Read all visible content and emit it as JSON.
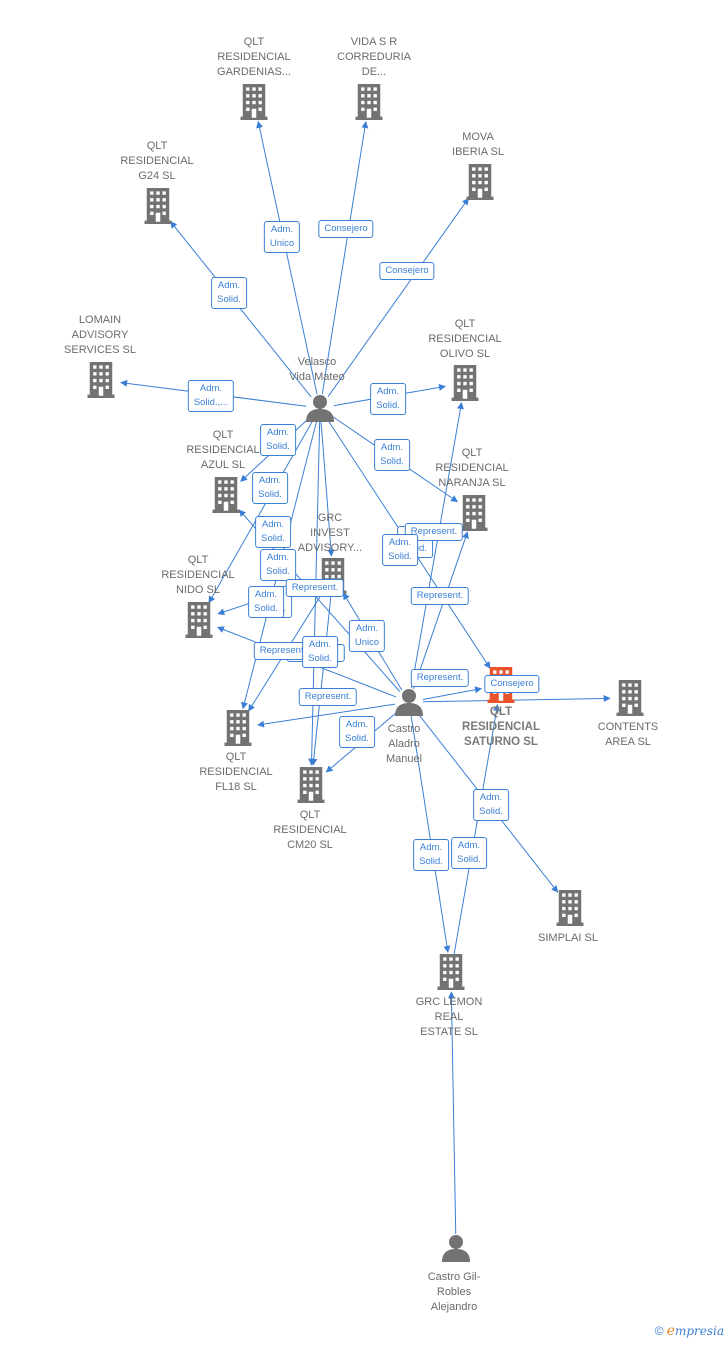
{
  "colors": {
    "edge": "#3a7fd5",
    "node": "#737373",
    "focus": "#e8532c",
    "text": "#6b6b6b"
  },
  "nodes": [
    {
      "id": "gardenias",
      "kind": "company",
      "label": "QLT\nRESIDENCIAL\nGARDENIAS..."
    },
    {
      "id": "vidasr",
      "kind": "company",
      "label": "VIDA S R\nCORREDURIA\nDE..."
    },
    {
      "id": "g24",
      "kind": "company",
      "label": "QLT\nRESIDENCIAL\nG24  SL"
    },
    {
      "id": "mova",
      "kind": "company",
      "label": "MOVA\nIBERIA SL"
    },
    {
      "id": "lomain",
      "kind": "company",
      "label": "LOMAIN\nADVISORY\nSERVICES  SL"
    },
    {
      "id": "olivo",
      "kind": "company",
      "label": "QLT\nRESIDENCIAL\nOLIVO  SL"
    },
    {
      "id": "velasco",
      "kind": "person",
      "label": "Velasco\nVida Mateo"
    },
    {
      "id": "azul",
      "kind": "company",
      "label": "QLT\nRESIDENCIAL\nAZUL  SL"
    },
    {
      "id": "naranja",
      "kind": "company",
      "label": "QLT\nRESIDENCIAL\nNARANJA  SL"
    },
    {
      "id": "grcinvest",
      "kind": "company",
      "label": "GRC\nINVEST\nADVISORY..."
    },
    {
      "id": "nido",
      "kind": "company",
      "label": "QLT\nRESIDENCIAL\nNIDO  SL"
    },
    {
      "id": "saturno",
      "kind": "focus",
      "label": "QLT\nRESIDENCIAL\nSATURNO  SL"
    },
    {
      "id": "contents",
      "kind": "company",
      "label": "CONTENTS\nAREA  SL"
    },
    {
      "id": "castro",
      "kind": "person",
      "label": "Castro\nAladro\nManuel"
    },
    {
      "id": "fl18",
      "kind": "company",
      "label": "QLT\nRESIDENCIAL\nFL18  SL"
    },
    {
      "id": "cm20",
      "kind": "company",
      "label": "QLT\nRESIDENCIAL\nCM20  SL"
    },
    {
      "id": "simplai",
      "kind": "company",
      "label": "SIMPLAI  SL"
    },
    {
      "id": "grclemon",
      "kind": "company",
      "label": "GRC LEMON\nREAL\nESTATE  SL"
    },
    {
      "id": "castrogil",
      "kind": "person",
      "label": "Castro Gil-\nRobles\nAlejandro"
    }
  ],
  "edges": [
    {
      "from": "velasco",
      "to": "gardenias",
      "label": "Adm.\nUnico"
    },
    {
      "from": "velasco",
      "to": "vidasr",
      "label": "Consejero"
    },
    {
      "from": "velasco",
      "to": "g24",
      "label": "Adm.\nSolid."
    },
    {
      "from": "velasco",
      "to": "mova",
      "label": "Consejero"
    },
    {
      "from": "velasco",
      "to": "lomain",
      "label": "Adm.\nSolid.,..."
    },
    {
      "from": "velasco",
      "to": "olivo",
      "label": "Adm.\nSolid."
    },
    {
      "from": "velasco",
      "to": "naranja",
      "label": "Adm.\nSolid."
    },
    {
      "from": "velasco",
      "to": "azul",
      "label": "Adm.\nSolid."
    },
    {
      "from": "velasco",
      "to": "nido",
      "label": "Adm.\nSolid."
    },
    {
      "from": "velasco",
      "to": "fl18",
      "label": "Adm.\nSolid."
    },
    {
      "from": "velasco",
      "to": "cm20",
      "label": "Adm.\nSolid."
    },
    {
      "from": "velasco",
      "to": "saturno",
      "label": "Adm.\nSolid."
    },
    {
      "from": "velasco",
      "to": "grcinvest",
      "label": "Adm.\nSolid."
    },
    {
      "from": "castro",
      "to": "olivo",
      "label": "Represent."
    },
    {
      "from": "castro",
      "to": "naranja",
      "label": "Represent."
    },
    {
      "from": "castro",
      "to": "saturno",
      "label": "Represent."
    },
    {
      "from": "castro",
      "to": "contents",
      "label": "Consejero"
    },
    {
      "from": "castro",
      "to": "grcinvest",
      "label": "Adm.\nSolid."
    },
    {
      "from": "castro",
      "to": "nido",
      "label": "Represent."
    },
    {
      "from": "castro",
      "to": "fl18",
      "label": "Represent."
    },
    {
      "from": "castro",
      "to": "cm20",
      "label": "Represent."
    },
    {
      "from": "castro",
      "to": "azul",
      "label": "Adm.\nSolid."
    },
    {
      "from": "castro",
      "to": "simplai",
      "label": "Adm.\nUnico"
    },
    {
      "from": "castro",
      "to": "grclemon",
      "label": "Adm.\nSolid."
    },
    {
      "from": "grclemon",
      "to": "saturno",
      "label": "Adm.\nSolid."
    },
    {
      "from": "grcinvest",
      "to": "nido",
      "label": "Adm.\nSolid."
    },
    {
      "from": "grcinvest",
      "to": "fl18",
      "label": "Adm.\nSolid."
    },
    {
      "from": "grcinvest",
      "to": "cm20",
      "label": "Represent."
    },
    {
      "from": "castrogil",
      "to": "grclemon",
      "label": "Adm.\nSolid."
    }
  ],
  "footer": {
    "copyright": "©",
    "brand_e": "e",
    "brand_rest": "mpresia"
  }
}
